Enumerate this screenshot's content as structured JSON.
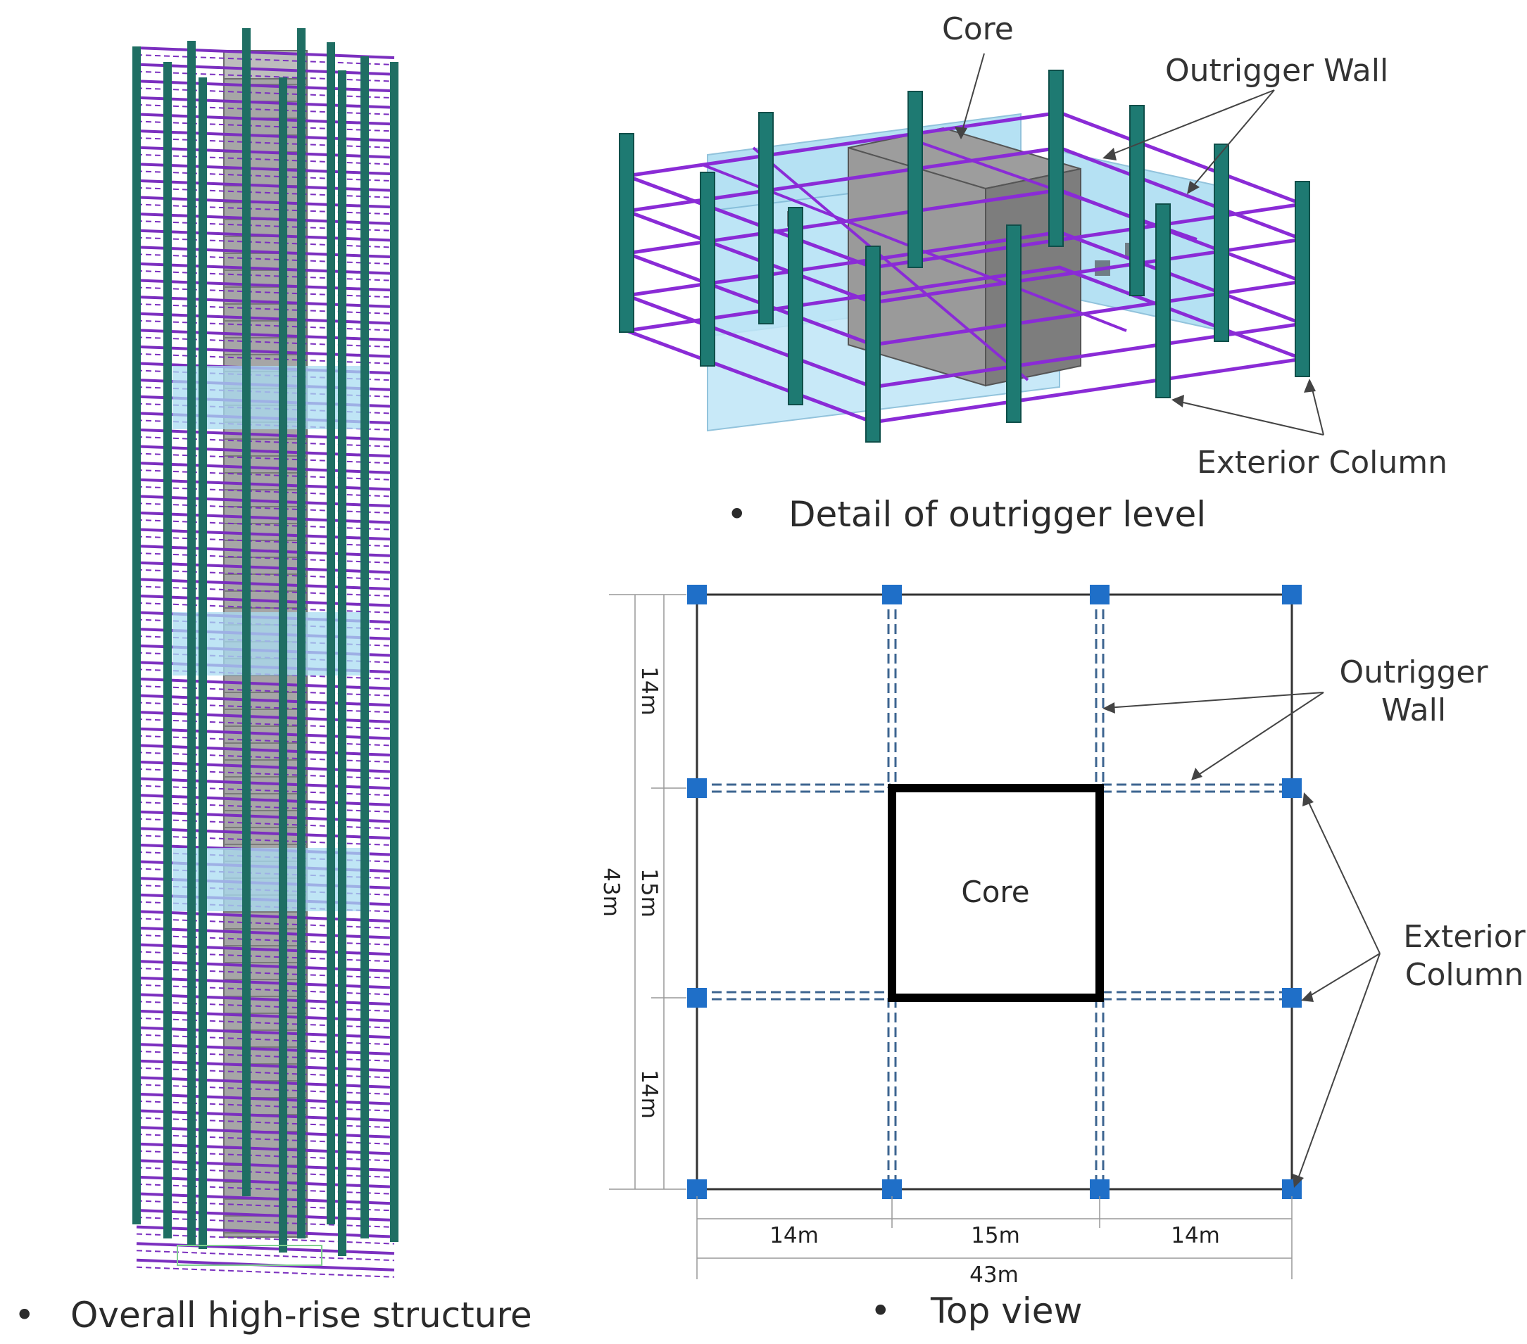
{
  "captions": {
    "tower": "Overall high-rise structure",
    "detail": "Detail of outrigger level",
    "plan": "Top view",
    "bullet": "•"
  },
  "detail_labels": {
    "core": "Core",
    "outrigger": "Outrigger Wall",
    "column": "Exterior Column"
  },
  "plan_labels": {
    "core": "Core",
    "outrigger_line1": "Outrigger",
    "outrigger_line2": "Wall",
    "column_line1": "Exterior",
    "column_line2": "Column"
  },
  "dimensions": {
    "bay_left": "14m",
    "bay_mid": "15m",
    "bay_right": "14m",
    "total": "43m",
    "bay_top": "14m",
    "bay_center": "15m",
    "bay_bottom": "14m",
    "total_vertical": "43m"
  },
  "colors": {
    "column": "#1f6e63",
    "beam": "#7b2fbf",
    "core": "#8c8c8c",
    "outrigger_wall": "#a9dcf2",
    "plan_column": "#1f6fc8",
    "plan_dashed": "#3d6590"
  }
}
